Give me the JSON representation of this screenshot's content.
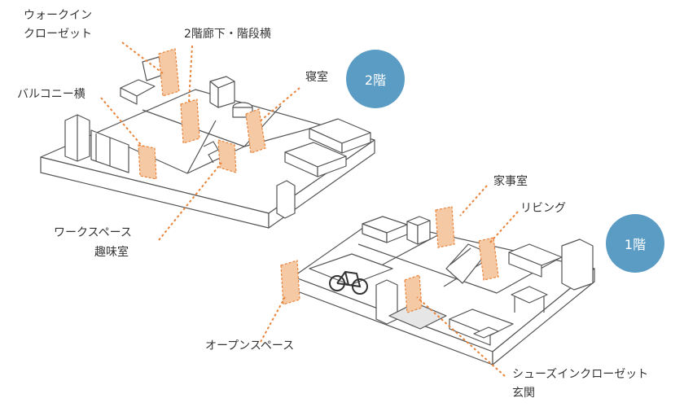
{
  "floors": {
    "second": {
      "badge": "2階"
    },
    "first": {
      "badge": "1階"
    }
  },
  "labels": {
    "walk_in_closet_1": "ウォークイン",
    "walk_in_closet_2": "クローゼット",
    "hallway_2f": "2階廊下・階段横",
    "bedroom": "寝室",
    "balcony_side": "バルコニー横",
    "workspace_1": "ワークスペース",
    "workspace_2": "趣味室",
    "housework_room": "家事室",
    "living": "リビング",
    "open_space": "オープンスペース",
    "shoes_closet": "シューズインクローゼット",
    "entrance": "玄関"
  },
  "colors": {
    "badge": "#5b9cc4",
    "storage_fill": "#f6c9a5",
    "storage_stroke": "#e8833a",
    "leader": "#e8833a",
    "outline": "#555555"
  }
}
